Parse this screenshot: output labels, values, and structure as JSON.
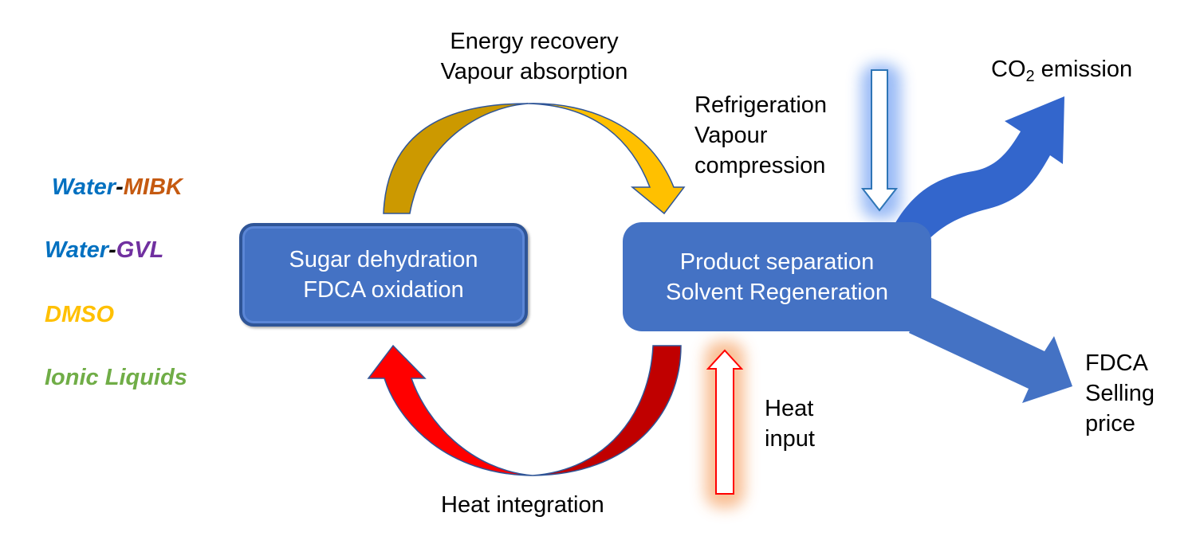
{
  "solvents": [
    {
      "parts": [
        {
          "text": "Water",
          "color": "#0070c0"
        },
        {
          "text": "-",
          "color": "#000000"
        },
        {
          "text": "MIBK",
          "color": "#c55a11"
        }
      ]
    },
    {
      "parts": [
        {
          "text": "Water",
          "color": "#0070c0"
        },
        {
          "text": "-",
          "color": "#000000"
        },
        {
          "text": "GVL",
          "color": "#7030a0"
        }
      ]
    },
    {
      "parts": [
        {
          "text": "DMSO",
          "color": "#ffc000"
        }
      ]
    },
    {
      "parts": [
        {
          "text": "Ionic Liquids",
          "color": "#70ad47"
        }
      ]
    }
  ],
  "boxes": {
    "reaction": {
      "line1": "Sugar dehydration",
      "line2": "FDCA oxidation"
    },
    "separation": {
      "line1": "Product separation",
      "line2": "Solvent Regeneration"
    }
  },
  "labels": {
    "energy_recovery": {
      "line1": "Energy recovery",
      "line2": "Vapour absorption"
    },
    "refrigeration": {
      "line1": "Refrigeration",
      "line2": "Vapour",
      "line3": "compression"
    },
    "co2": {
      "prefix": "CO",
      "sub": "2",
      "suffix": " emission"
    },
    "fdca": {
      "line1": "FDCA",
      "line2": "Selling",
      "line3": "price"
    },
    "heat_input": {
      "line1": "Heat",
      "line2": "input"
    },
    "heat_integration": "Heat integration"
  },
  "colors": {
    "box_blue": "#4472c4",
    "arrow_blue": "#3366cc",
    "gold_dark": "#cc9900",
    "gold_light": "#ffc000",
    "red_light": "#ff0000",
    "red_dark": "#c00000",
    "glow_blue": "#8fb4f5",
    "glow_orange": "#f8b98a"
  }
}
